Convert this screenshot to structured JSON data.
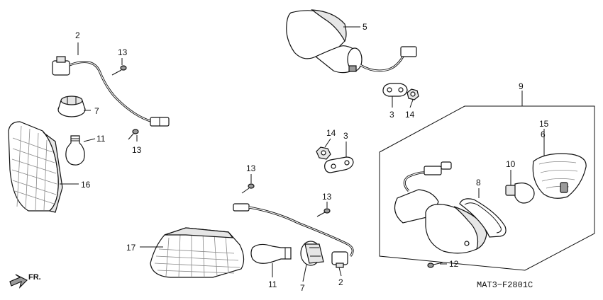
{
  "drawing_code": "MAT3−F2801C",
  "direction_label": "FR.",
  "callouts": [
    {
      "num": "2"
    },
    {
      "num": "13"
    },
    {
      "num": "7"
    },
    {
      "num": "11"
    },
    {
      "num": "13"
    },
    {
      "num": "16"
    },
    {
      "num": "5"
    },
    {
      "num": "3"
    },
    {
      "num": "14"
    },
    {
      "num": "9"
    },
    {
      "num": "14"
    },
    {
      "num": "3"
    },
    {
      "num": "13"
    },
    {
      "num": "13"
    },
    {
      "num": "15"
    },
    {
      "num": "6"
    },
    {
      "num": "10"
    },
    {
      "num": "8"
    },
    {
      "num": "17"
    },
    {
      "num": "11"
    },
    {
      "num": "7"
    },
    {
      "num": "2"
    },
    {
      "num": "12"
    }
  ]
}
